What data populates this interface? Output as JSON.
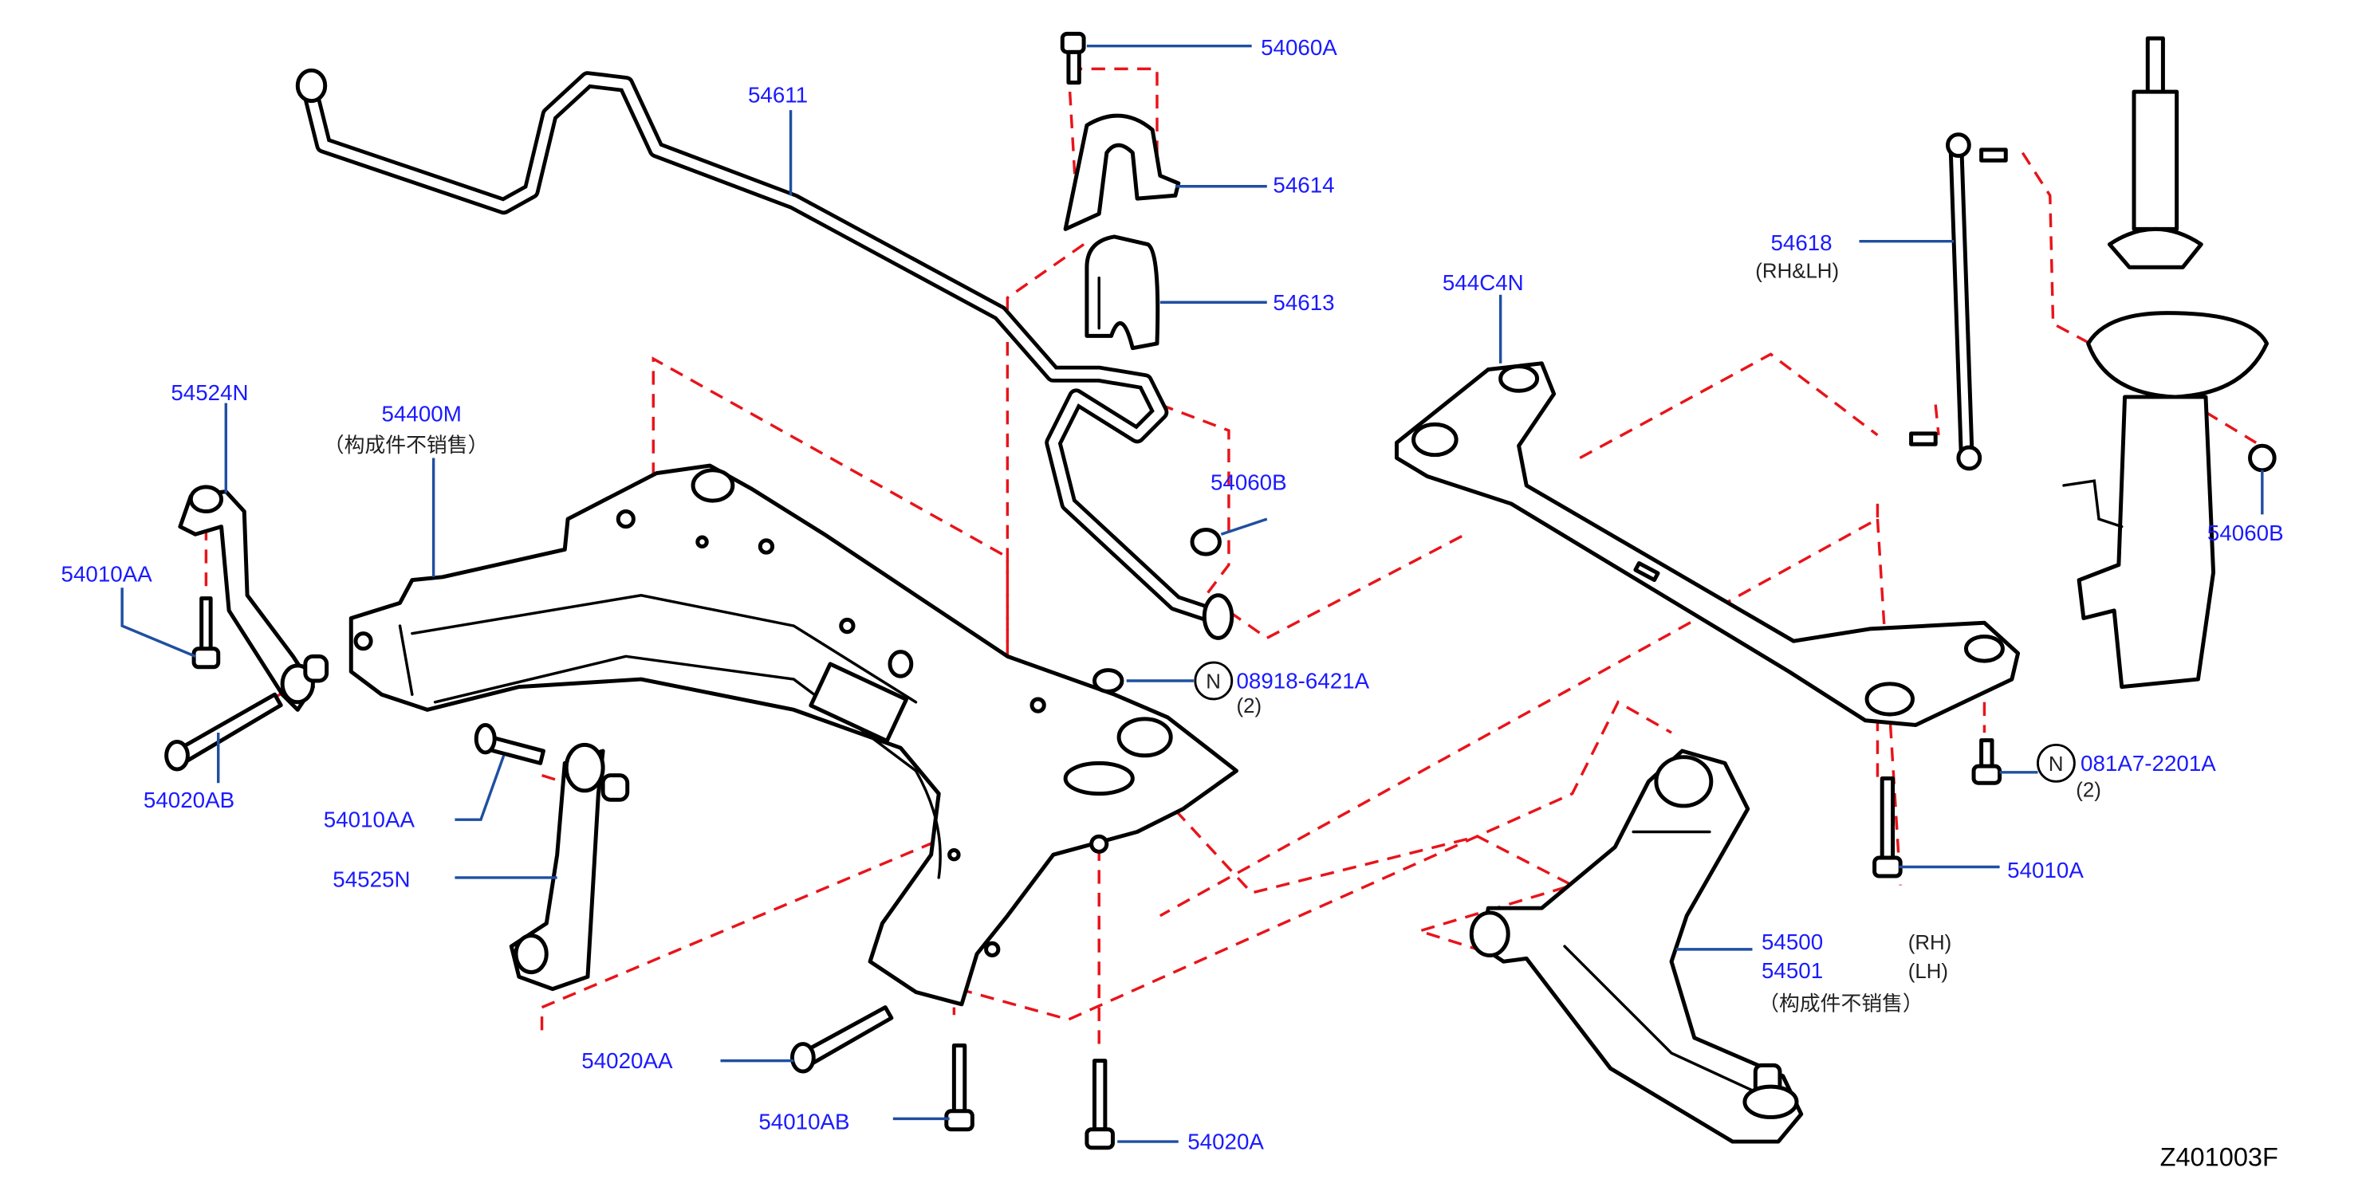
{
  "diagram_code": "Z401003F",
  "colors": {
    "label": "#1a1aff",
    "leader": "#1f4fa0",
    "assembly_line": "#e8141a",
    "drawing": "#000000"
  },
  "labels": {
    "p54060A": "54060A",
    "p54611": "54611",
    "p54614": "54614",
    "p54613": "54613",
    "p54524N": "54524N",
    "p54400M": "54400M",
    "p54400M_note": "（构成件不销售）",
    "p54010AA_1": "54010AA",
    "p54020AB": "54020AB",
    "p54010AA_2": "54010AA",
    "p54525N": "54525N",
    "p54060B_1": "54060B",
    "p08918": "08918-6421A",
    "p08918_qty": "(2)",
    "p54618": "54618",
    "p54618_side": "(RH&LH)",
    "p544C4N": "544C4N",
    "p54060B_2": "54060B",
    "p081A7": "081A7-2201A",
    "p081A7_qty": "(2)",
    "p54010A": "54010A",
    "p54500": "54500",
    "p54500_side": "(RH)",
    "p54501": "54501",
    "p54501_side": "(LH)",
    "p54500_note": "（构成件不销售）",
    "p54020AA": "54020AA",
    "p54010AB": "54010AB",
    "p54020A": "54020A",
    "n_mark": "N"
  }
}
